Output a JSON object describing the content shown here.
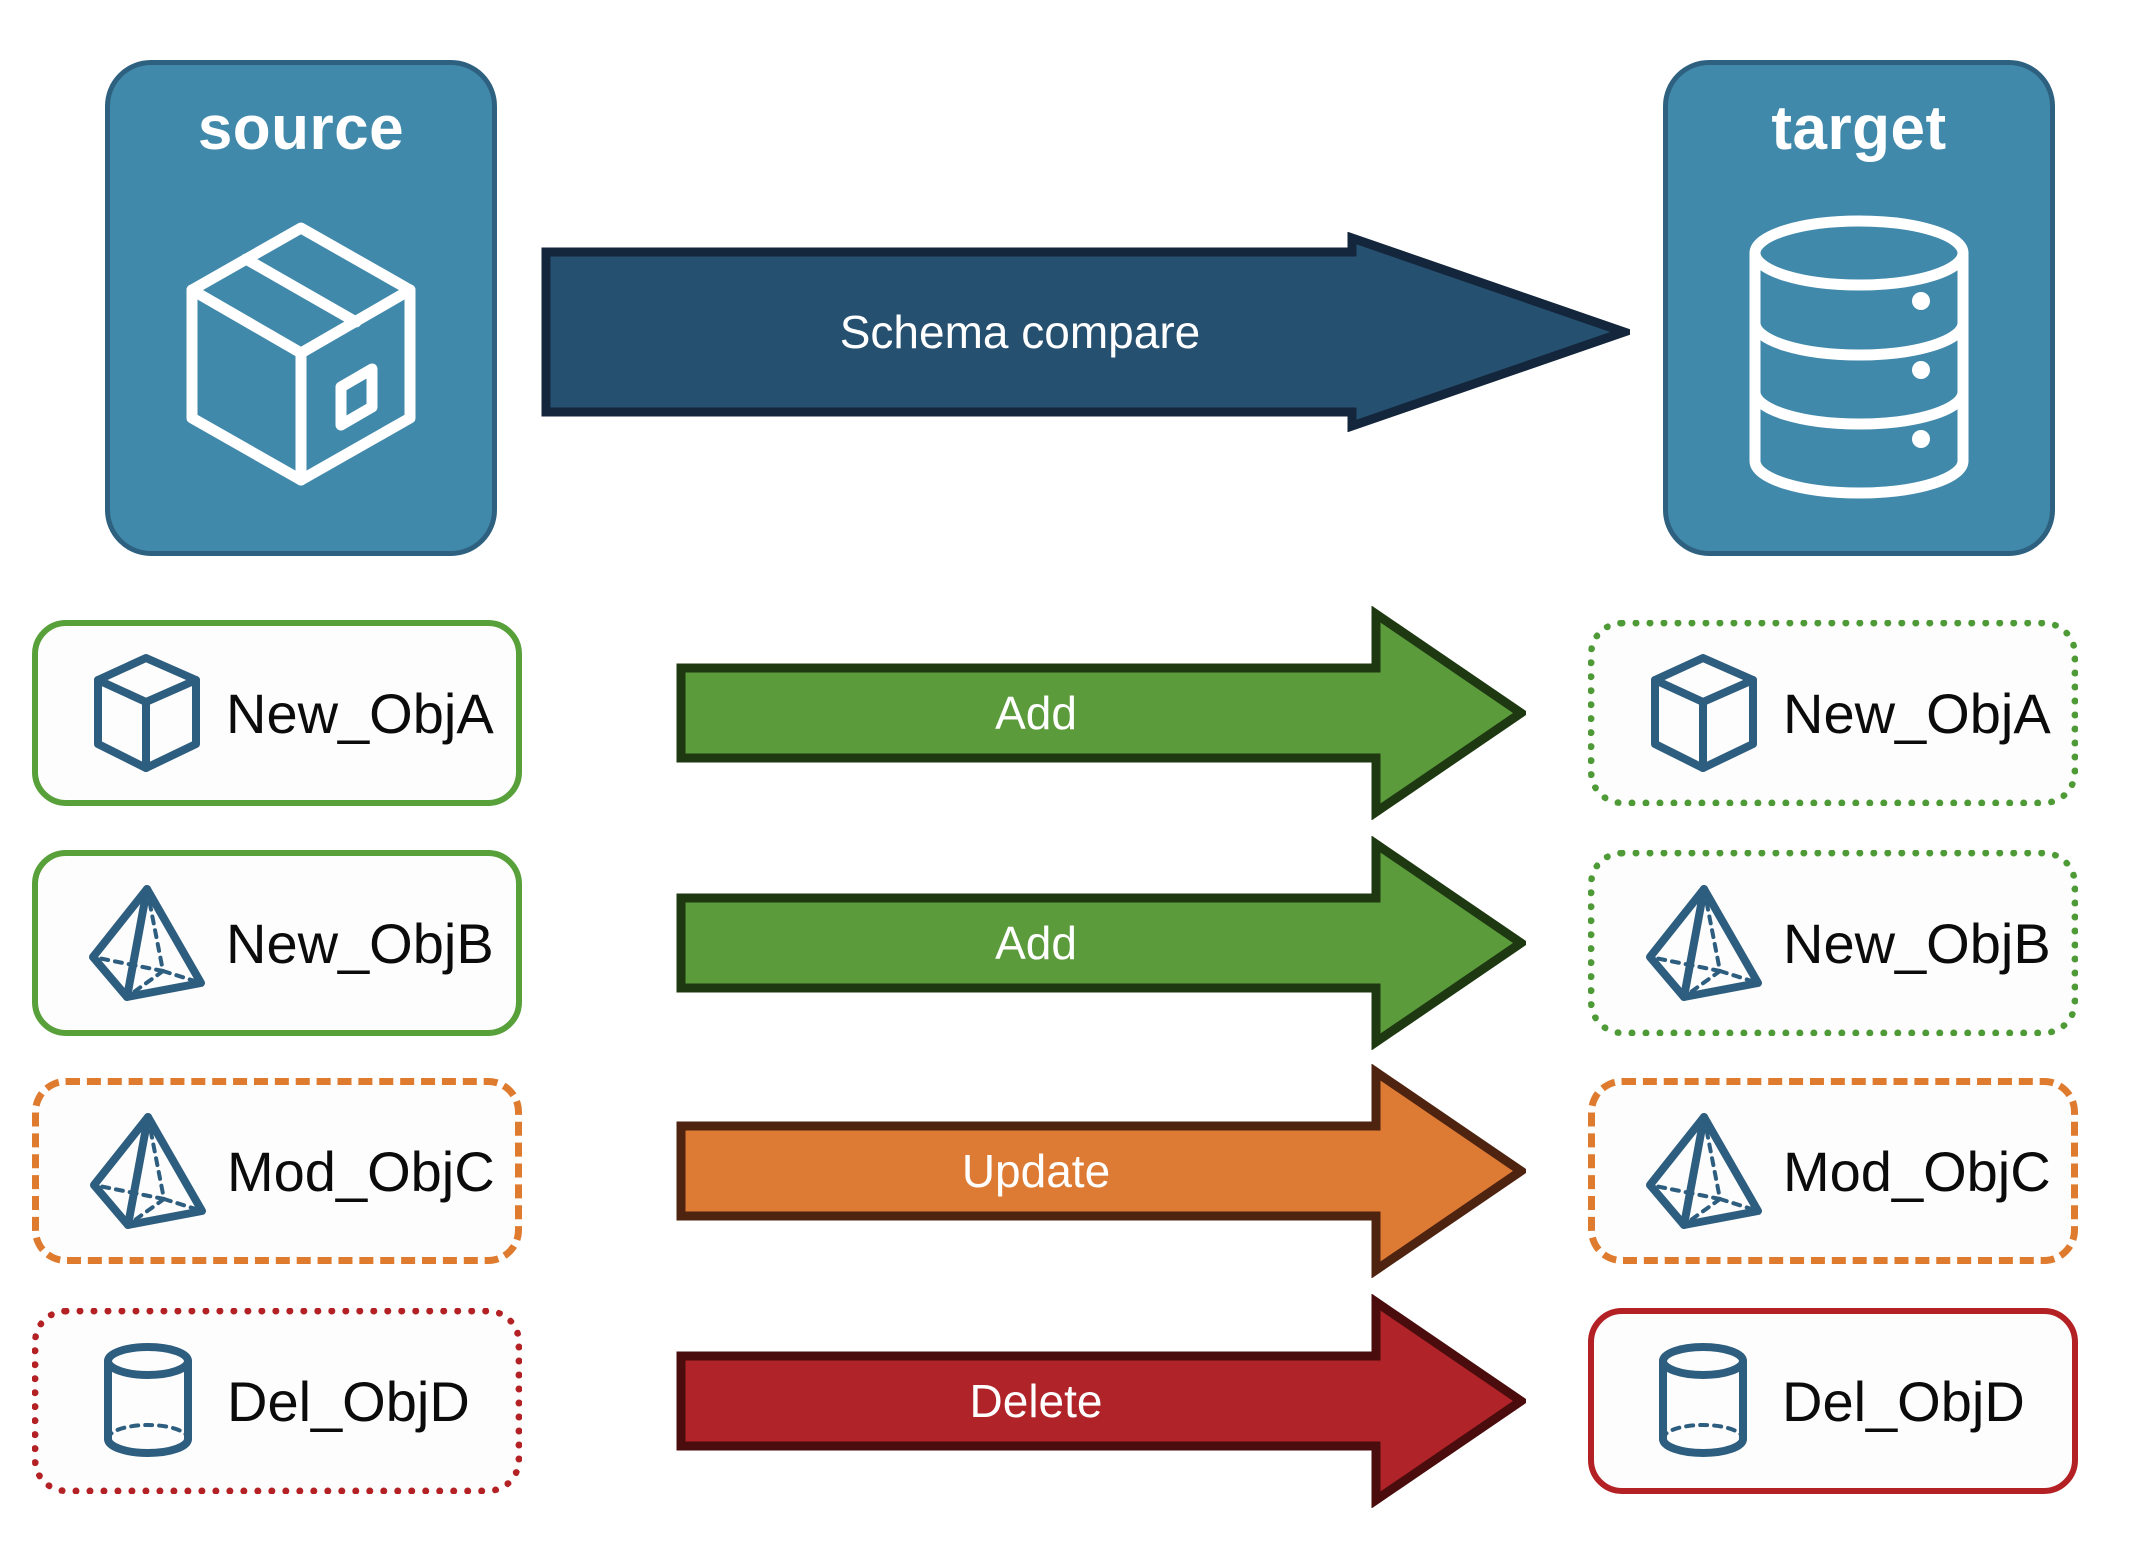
{
  "diagram": {
    "title": "Schema compare source to target",
    "endpoints": {
      "source": {
        "label": "source",
        "icon": "package-cube-icon"
      },
      "target": {
        "label": "target",
        "icon": "database-cylinder-icon"
      }
    },
    "compare_arrow": {
      "label": "Schema compare",
      "color": "#265070",
      "border": "#14263B"
    },
    "rows": [
      {
        "source_label": "New_ObjA",
        "target_label": "New_ObjA",
        "action": "Add",
        "icon": "wireframe-cube-icon",
        "arrow_fill": "#5B9B3C",
        "arrow_border": "#1E3911",
        "source_border_style": "solid",
        "target_border_style": "dotted",
        "accent": "#57A03A"
      },
      {
        "source_label": "New_ObjB",
        "target_label": "New_ObjB",
        "action": "Add",
        "icon": "wireframe-pyramid-icon",
        "arrow_fill": "#5B9B3C",
        "arrow_border": "#1E3911",
        "source_border_style": "solid",
        "target_border_style": "dotted",
        "accent": "#57A03A"
      },
      {
        "source_label": "Mod_ObjC",
        "target_label": "Mod_ObjC",
        "action": "Update",
        "icon": "wireframe-pyramid-icon",
        "arrow_fill": "#DD7B35",
        "arrow_border": "#4E2310",
        "source_border_style": "dashed",
        "target_border_style": "dashed",
        "accent": "#DE7B2E"
      },
      {
        "source_label": "Del_ObjD",
        "target_label": "Del_ObjD",
        "action": "Delete",
        "icon": "wireframe-cylinder-icon",
        "arrow_fill": "#AF2329",
        "arrow_border": "#4A0C0C",
        "source_border_style": "dotted",
        "target_border_style": "solid",
        "accent": "#B32125"
      }
    ],
    "colors": {
      "endpoint_fill": "#4189AB",
      "endpoint_border": "#2E6180",
      "icon_stroke": "#2E5E7F",
      "green": "#5B9B3C",
      "orange": "#DD7B35",
      "red": "#AF2329",
      "navy": "#265070"
    }
  }
}
